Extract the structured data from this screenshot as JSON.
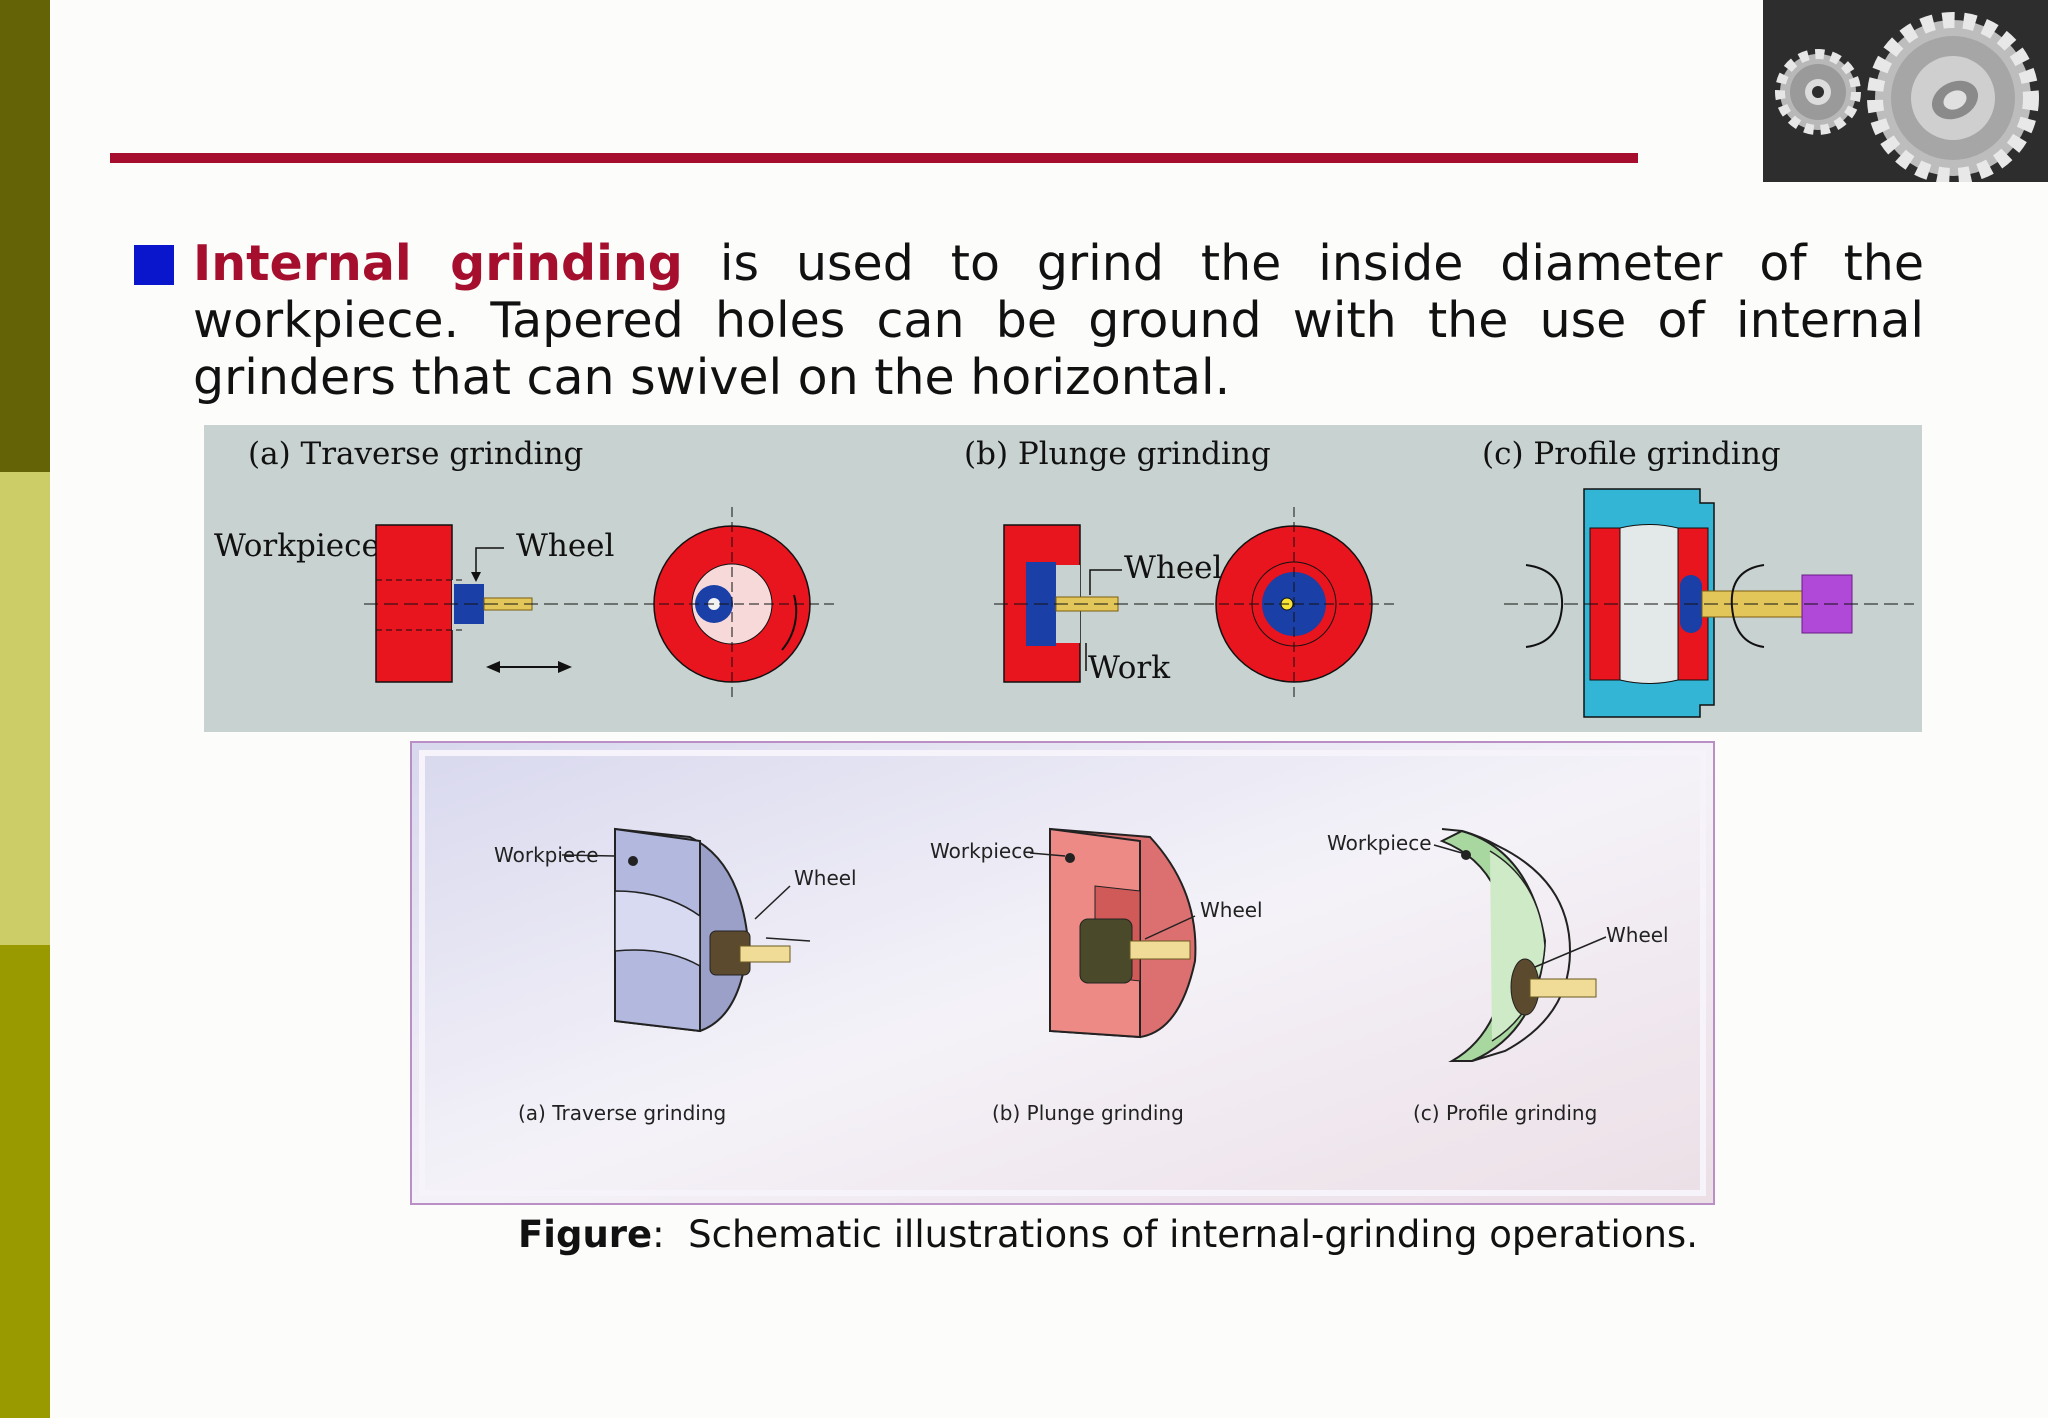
{
  "slide": {
    "bullet_highlight": "Internal grinding",
    "bullet_rest": " is used to grind the inside diameter of the workpiece. Tapered holes can be ground with the use of internal grinders that can swivel on the horizontal."
  },
  "top_diagram": {
    "panels": [
      {
        "title": "(a) Traverse grinding",
        "labels": [
          "Workpiece",
          "Wheel"
        ]
      },
      {
        "title": "(b) Plunge grinding",
        "labels": [
          "Wheel",
          "Work"
        ]
      },
      {
        "title": "(c) Profile grinding",
        "labels": []
      }
    ]
  },
  "bottom_diagram": {
    "panels": [
      {
        "caption": "(a) Traverse grinding",
        "workpiece_label": "Workpiece",
        "wheel_label": "Wheel"
      },
      {
        "caption": "(b) Plunge grinding",
        "workpiece_label": "Workpiece",
        "wheel_label": "Wheel"
      },
      {
        "caption": "(c) Profile grinding",
        "workpiece_label": "Workpiece",
        "wheel_label": "Wheel"
      }
    ]
  },
  "figure_caption": {
    "label": "Figure",
    "sep": ":",
    "text": "Schematic illustrations of internal-grinding operations."
  },
  "colors": {
    "accent": "#a50f2d",
    "bullet": "#0a16cc",
    "bar_dark": "#646406",
    "bar_light": "#cdcd68",
    "bar_mid": "#999900",
    "diagram_red": "#e8141e",
    "diagram_blue": "#1a3fa6",
    "diagram_bg": "#c8d2d0"
  }
}
